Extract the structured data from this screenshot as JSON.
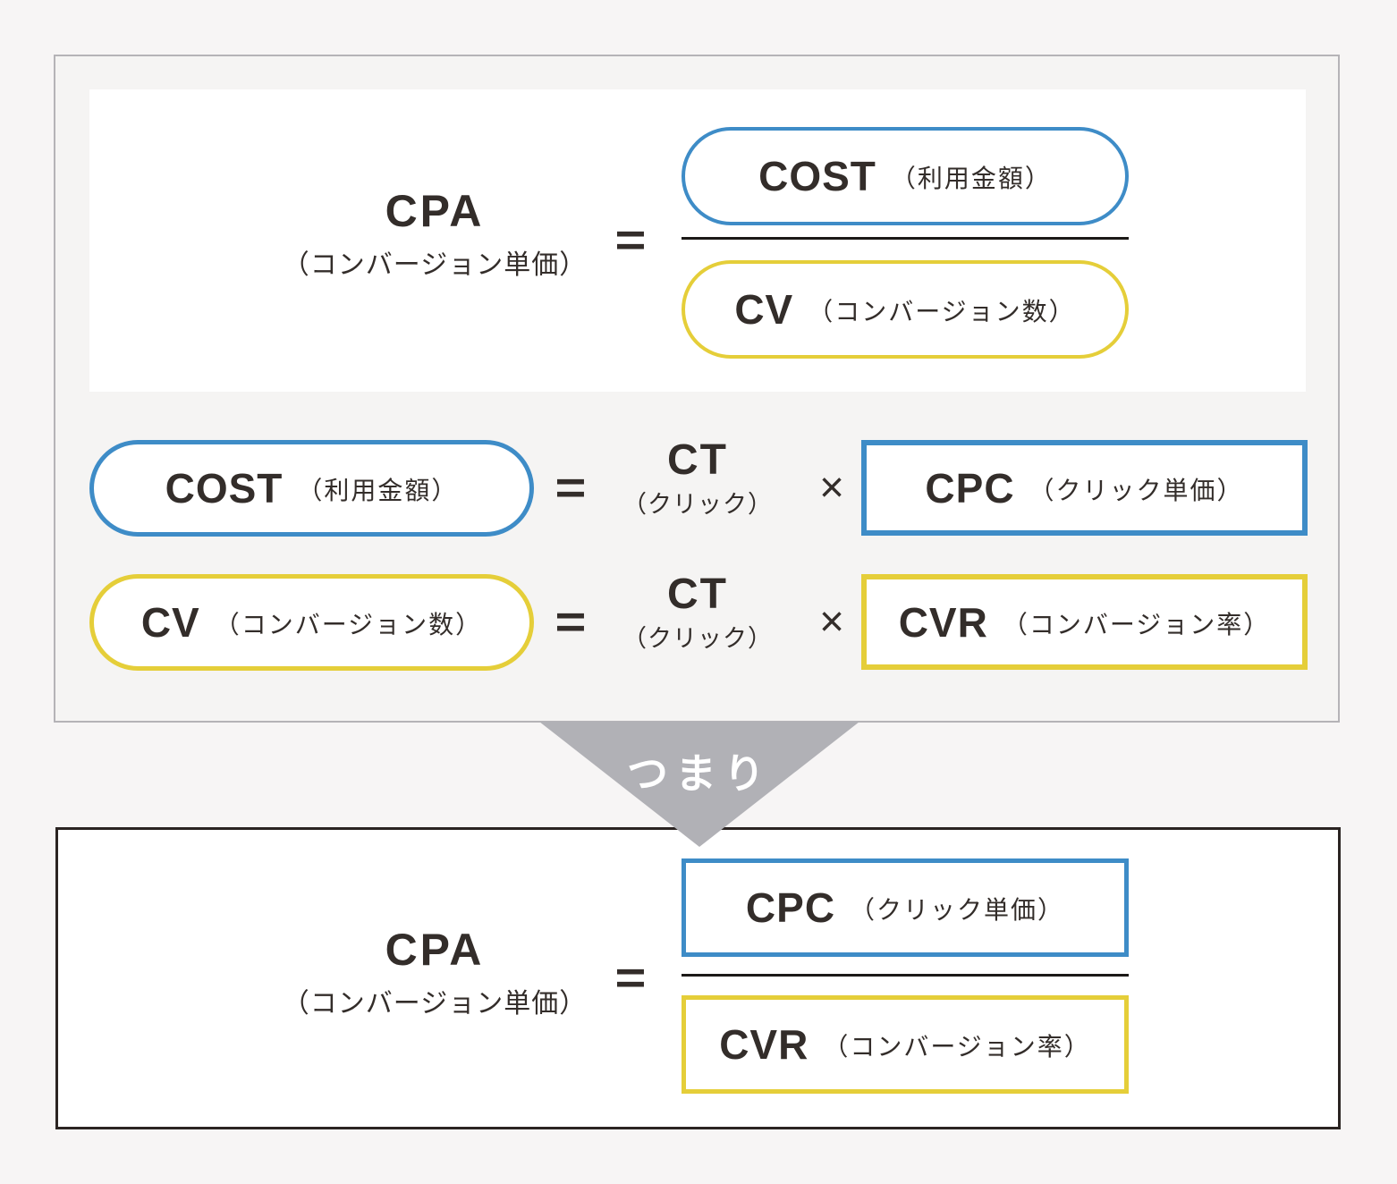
{
  "symbols": {
    "equals": "=",
    "times": "×"
  },
  "connector_label": "つまり",
  "top_formula": {
    "result": {
      "acronym": "CPA",
      "label": "（コンバージョン単価）"
    },
    "numerator": {
      "acronym": "COST",
      "label": "（利用金額）"
    },
    "denominator": {
      "acronym": "CV",
      "label": "（コンバージョン数）"
    }
  },
  "cost_equation": {
    "lhs": {
      "acronym": "COST",
      "label": "（利用金額）"
    },
    "mid": {
      "acronym": "CT",
      "label": "（クリック）"
    },
    "rhs": {
      "acronym": "CPC",
      "label": "（クリック単価）"
    }
  },
  "cv_equation": {
    "lhs": {
      "acronym": "CV",
      "label": "（コンバージョン数）"
    },
    "mid": {
      "acronym": "CT",
      "label": "（クリック）"
    },
    "rhs": {
      "acronym": "CVR",
      "label": "（コンバージョン率）"
    }
  },
  "bottom_formula": {
    "result": {
      "acronym": "CPA",
      "label": "（コンバージョン単価）"
    },
    "numerator": {
      "acronym": "CPC",
      "label": "（クリック単価）"
    },
    "denominator": {
      "acronym": "CVR",
      "label": "（コンバージョン率）"
    }
  },
  "colors": {
    "blue_accent": "#3e8cc7",
    "yellow_accent": "#e5ce39",
    "text_dark": "#332d2a",
    "triangle_gray": "#b1b1b6",
    "panel_bg": "#f5f4f3",
    "page_bg": "#f7f5f5"
  }
}
